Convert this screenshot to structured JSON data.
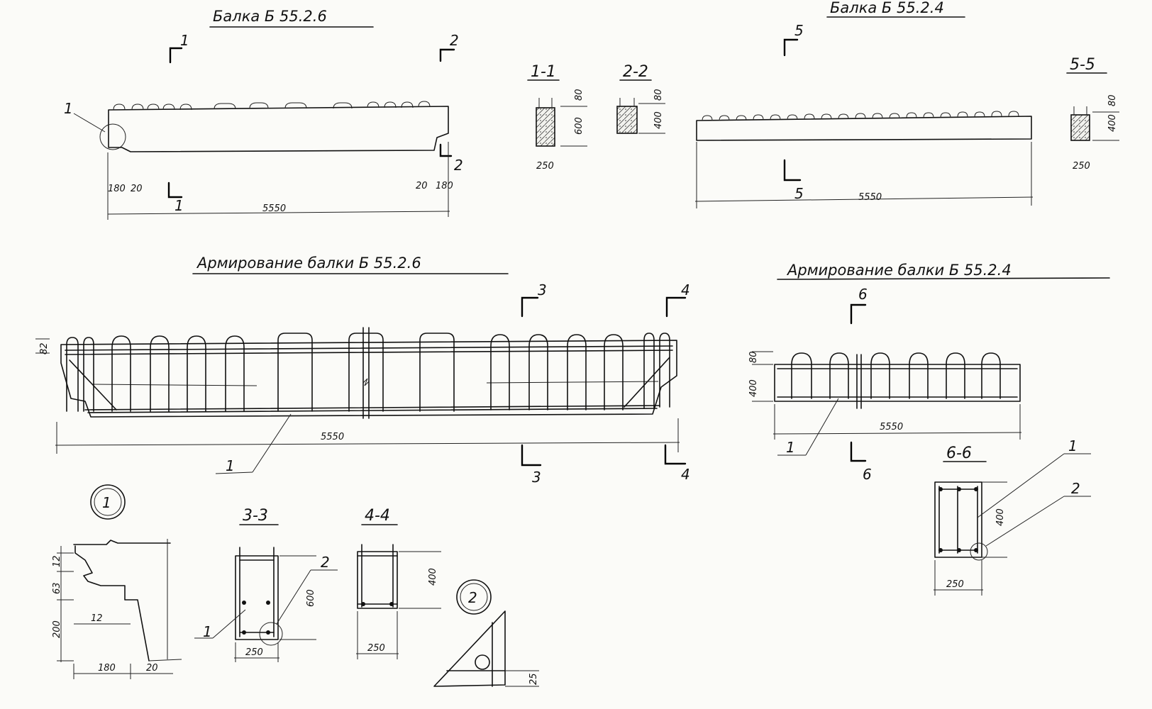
{
  "titles": {
    "beam_b26": "Балка Б 55.2.6",
    "beam_b24": "Балка Б 55.2.4",
    "reinf_b26": "Армирование балки Б 55.2.6",
    "reinf_b24": "Армирование балки Б 55.2.4"
  },
  "section_marks": {
    "s1": "1",
    "s2": "2",
    "s3": "3",
    "s4": "4",
    "s5": "5",
    "s6": "6"
  },
  "section_titles": {
    "s11": "1-1",
    "s22": "2-2",
    "s55": "5-5",
    "s33": "3-3",
    "s44": "4-4",
    "s66": "6-6"
  },
  "dims": {
    "length": "5550",
    "w250": "250",
    "h600": "600",
    "h400": "400",
    "d80": "80",
    "d180": "180",
    "d20": "20",
    "d12": "12",
    "d63": "63",
    "d200": "200",
    "d25": "25",
    "d82": "82"
  },
  "callouts": {
    "c1": "1",
    "c2": "2"
  },
  "details": {
    "detail1": "1",
    "detail2": "2"
  }
}
